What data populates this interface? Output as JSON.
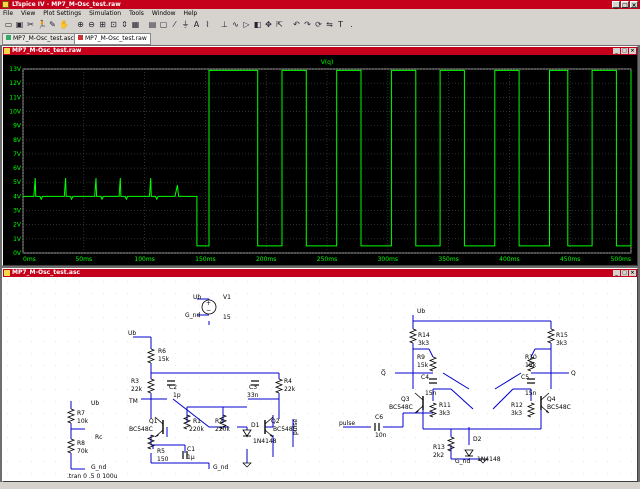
{
  "app": {
    "title": "LTspice IV - MP7_M-Osc_test.raw",
    "window_buttons": [
      "_",
      "□",
      "×"
    ]
  },
  "menu": [
    "File",
    "View",
    "Plot Settings",
    "Simulation",
    "Tools",
    "Window",
    "Help"
  ],
  "toolbar_icons": [
    "open-icon",
    "save-icon",
    "cut-icon",
    "run-icon",
    "probe-icon",
    "hand-icon",
    "zoom-in-icon",
    "zoom-out-icon",
    "zoom-area-icon",
    "zoom-fit-icon",
    "autorange-icon",
    "tile-icon",
    "cascade-icon",
    "window-icon",
    "wire-icon",
    "ground-icon",
    "label-icon",
    "resistor-icon",
    "capacitor-icon",
    "inductor-icon",
    "diode-icon",
    "component-icon",
    "move-icon",
    "drag-icon",
    "undo-icon",
    "redo-icon",
    "rotate-icon",
    "mirror-icon",
    "text-icon",
    "spice-icon"
  ],
  "tabs": [
    "MP7_M-Osc_test.asc",
    "MP7_M-Osc_test.raw"
  ],
  "waveform_window": {
    "title": "MP7_M-Osc_test.raw"
  },
  "schematic_window": {
    "title": "MP7_M-Osc_test.asc"
  },
  "colors": {
    "trace": "#00ff00",
    "plot_bg": "#000000",
    "grid": "#4a4a4a",
    "axis_text": "#00ff00",
    "schematic_wire": "#0000cc",
    "schematic_bg": "#ffffff",
    "title_red": "#c4001a"
  },
  "chart_data": {
    "type": "line",
    "title": "",
    "xlabel": "",
    "ylabel": "",
    "series": [
      {
        "name": "V(q)",
        "points": [
          [
            0,
            4.0
          ],
          [
            9,
            4.0
          ],
          [
            10,
            5.3
          ],
          [
            10.5,
            4.0
          ],
          [
            14,
            4.0
          ],
          [
            15,
            3.8
          ],
          [
            16,
            4.0
          ],
          [
            34,
            4.0
          ],
          [
            35,
            5.3
          ],
          [
            35.5,
            4.0
          ],
          [
            39,
            4.0
          ],
          [
            40,
            3.8
          ],
          [
            41,
            4.0
          ],
          [
            59,
            4.0
          ],
          [
            60,
            5.3
          ],
          [
            60.5,
            4.0
          ],
          [
            64,
            4.0
          ],
          [
            65,
            3.8
          ],
          [
            66,
            4.0
          ],
          [
            79,
            4.0
          ],
          [
            80,
            5.3
          ],
          [
            80.5,
            4.0
          ],
          [
            84,
            4.0
          ],
          [
            85,
            3.8
          ],
          [
            86,
            4.0
          ],
          [
            104,
            4.0
          ],
          [
            105,
            5.3
          ],
          [
            105.5,
            4.0
          ],
          [
            109,
            4.0
          ],
          [
            110,
            3.8
          ],
          [
            111,
            4.0
          ],
          [
            125,
            4.0
          ],
          [
            127,
            4.8
          ],
          [
            128,
            4.0
          ],
          [
            143,
            4.0
          ],
          [
            143,
            0.5
          ],
          [
            153,
            0.5
          ],
          [
            153,
            12.9
          ],
          [
            193,
            12.9
          ],
          [
            193,
            0.5
          ],
          [
            213,
            0.5
          ],
          [
            213,
            12.9
          ],
          [
            233,
            12.9
          ],
          [
            233,
            0.5
          ],
          [
            258,
            0.5
          ],
          [
            258,
            12.9
          ],
          [
            278,
            12.9
          ],
          [
            278,
            0.5
          ],
          [
            303,
            0.5
          ],
          [
            303,
            12.9
          ],
          [
            323,
            12.9
          ],
          [
            323,
            0.5
          ],
          [
            343,
            0.5
          ],
          [
            343,
            12.9
          ],
          [
            363,
            12.9
          ],
          [
            363,
            0.5
          ],
          [
            388,
            0.5
          ],
          [
            388,
            12.9
          ],
          [
            408,
            12.9
          ],
          [
            408,
            0.5
          ],
          [
            433,
            0.5
          ],
          [
            433,
            12.9
          ],
          [
            448,
            12.9
          ],
          [
            448,
            0.5
          ],
          [
            468,
            0.5
          ],
          [
            468,
            12.9
          ],
          [
            488,
            12.9
          ],
          [
            488,
            0.5
          ],
          [
            500,
            0.5
          ],
          [
            500,
            12.9
          ]
        ]
      }
    ],
    "x_ticks": [
      "0ms",
      "50ms",
      "100ms",
      "150ms",
      "200ms",
      "250ms",
      "300ms",
      "350ms",
      "400ms",
      "450ms",
      "500ms"
    ],
    "y_ticks": [
      "0V",
      "1V",
      "2V",
      "3V",
      "4V",
      "5V",
      "6V",
      "7V",
      "8V",
      "9V",
      "10V",
      "11V",
      "12V",
      "13V"
    ],
    "xlim": [
      0,
      500
    ],
    "ylim": [
      0,
      13
    ],
    "grid": true
  },
  "schematic": {
    "directive": ".tran 0 .5 0 100u",
    "labels": [
      {
        "id": "ub1",
        "text": "Ub"
      },
      {
        "id": "gnd1",
        "text": "G_nd"
      },
      {
        "id": "v1",
        "text": "V1"
      },
      {
        "id": "v1val",
        "text": "15"
      },
      {
        "id": "ub2",
        "text": "Ub"
      },
      {
        "id": "r6",
        "text": "R6"
      },
      {
        "id": "r6v",
        "text": "15k"
      },
      {
        "id": "r3",
        "text": "R3"
      },
      {
        "id": "r3v",
        "text": "22k"
      },
      {
        "id": "r4",
        "text": "R4"
      },
      {
        "id": "r4v",
        "text": "22k"
      },
      {
        "id": "tm",
        "text": "TM"
      },
      {
        "id": "c2",
        "text": "C2"
      },
      {
        "id": "c2v",
        "text": "1p"
      },
      {
        "id": "c3",
        "text": "C3"
      },
      {
        "id": "c3v",
        "text": "33n"
      },
      {
        "id": "ub3",
        "text": "Ub"
      },
      {
        "id": "q1",
        "text": "Q1"
      },
      {
        "id": "q1t",
        "text": "BC548C"
      },
      {
        "id": "q2",
        "text": "Q2"
      },
      {
        "id": "q2t",
        "text": "BC548C"
      },
      {
        "id": "r1",
        "text": "R1"
      },
      {
        "id": "r1v",
        "text": "220k"
      },
      {
        "id": "r2",
        "text": "R2"
      },
      {
        "id": "r2v",
        "text": "220k"
      },
      {
        "id": "d1",
        "text": "D1"
      },
      {
        "id": "d1t",
        "text": "1N4148"
      },
      {
        "id": "r7",
        "text": "R7"
      },
      {
        "id": "r7v",
        "text": "10k"
      },
      {
        "id": "rc",
        "text": "Rc"
      },
      {
        "id": "r8",
        "text": "R8"
      },
      {
        "id": "r8v",
        "text": "70k"
      },
      {
        "id": "gnd2",
        "text": "G_nd"
      },
      {
        "id": "r5",
        "text": "R5"
      },
      {
        "id": "r5v",
        "text": "150"
      },
      {
        "id": "c1",
        "text": "C1"
      },
      {
        "id": "c1v",
        "text": "1µ"
      },
      {
        "id": "gnd3",
        "text": "G_nd"
      },
      {
        "id": "pulse1",
        "text": "pulse"
      },
      {
        "id": "ub4",
        "text": "Ub"
      },
      {
        "id": "r14",
        "text": "R14"
      },
      {
        "id": "r14v",
        "text": "3k3"
      },
      {
        "id": "r15",
        "text": "R15"
      },
      {
        "id": "r15v",
        "text": "3k3"
      },
      {
        "id": "r9",
        "text": "R9"
      },
      {
        "id": "r9v",
        "text": "15k"
      },
      {
        "id": "r10",
        "text": "R10"
      },
      {
        "id": "r10v",
        "text": "15k"
      },
      {
        "id": "qbar",
        "text": "Q̅"
      },
      {
        "id": "c4",
        "text": "C4"
      },
      {
        "id": "c4v",
        "text": "15n"
      },
      {
        "id": "c5",
        "text": "C5"
      },
      {
        "id": "c5v",
        "text": "15n"
      },
      {
        "id": "q",
        "text": "Q"
      },
      {
        "id": "q3",
        "text": "Q3"
      },
      {
        "id": "q3t",
        "text": "BC548C"
      },
      {
        "id": "q4",
        "text": "Q4"
      },
      {
        "id": "q4t",
        "text": "BC548C"
      },
      {
        "id": "c6",
        "text": "C6"
      },
      {
        "id": "c6v",
        "text": "10n"
      },
      {
        "id": "pulse2",
        "text": "pulse"
      },
      {
        "id": "r11",
        "text": "R11"
      },
      {
        "id": "r11v",
        "text": "3k3"
      },
      {
        "id": "r12",
        "text": "R12"
      },
      {
        "id": "r12v",
        "text": "3k3"
      },
      {
        "id": "r13",
        "text": "R13"
      },
      {
        "id": "r13v",
        "text": "2k2"
      },
      {
        "id": "d2",
        "text": "D2"
      },
      {
        "id": "d2t",
        "text": "1N4148"
      },
      {
        "id": "gnd4",
        "text": "G_nd"
      }
    ]
  }
}
